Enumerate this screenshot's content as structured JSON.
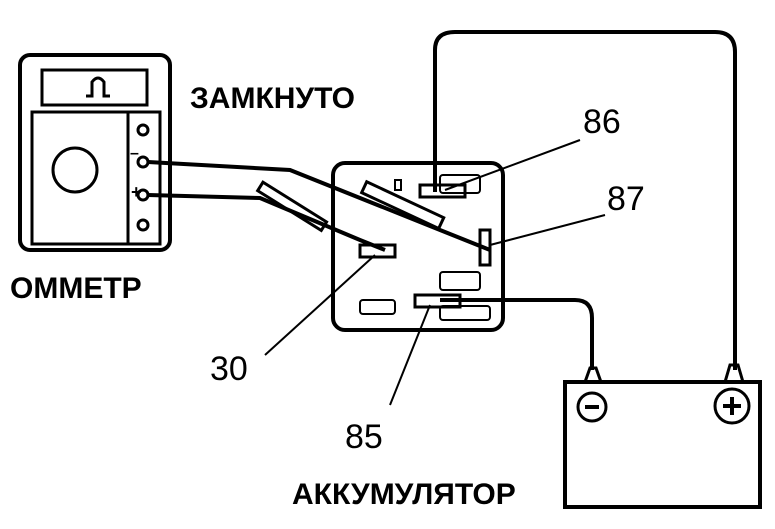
{
  "labels": {
    "closed": "ЗАМКНУТО",
    "ohmmeter": "ОММЕТР",
    "battery": "АККУМУЛЯТОР",
    "pin86": "86",
    "pin87": "87",
    "pin30": "30",
    "pin85": "85"
  },
  "ohmmeter": {
    "minus": "–",
    "plus": "+"
  },
  "battery": {
    "neg": "−",
    "pos": "+"
  }
}
